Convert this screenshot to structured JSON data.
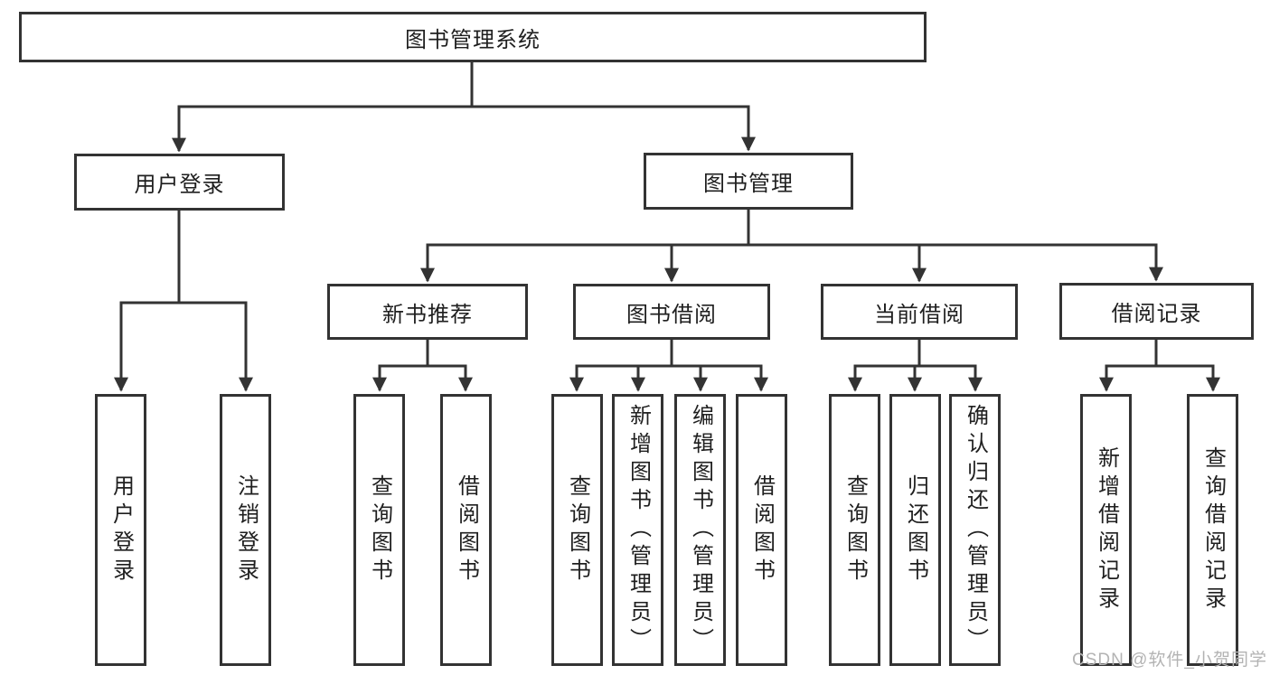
{
  "nodes": {
    "root": {
      "label": "图书管理系统"
    },
    "level2": [
      {
        "label": "用户登录"
      },
      {
        "label": "图书管理"
      }
    ],
    "level3": [
      {
        "label": "新书推荐"
      },
      {
        "label": "图书借阅"
      },
      {
        "label": "当前借阅"
      },
      {
        "label": "借阅记录"
      }
    ],
    "leaves": [
      {
        "label": "用户登录"
      },
      {
        "label": "注销登录"
      },
      {
        "label": "查询图书"
      },
      {
        "label": "借阅图书"
      },
      {
        "label": "查询图书"
      },
      {
        "label": "新增图书（管理员）"
      },
      {
        "label": "编辑图书（管理员）"
      },
      {
        "label": "借阅图书"
      },
      {
        "label": "查询图书"
      },
      {
        "label": "归还图书"
      },
      {
        "label": "确认归还（管理员）"
      },
      {
        "label": "新增借阅记录"
      },
      {
        "label": "查询借阅记录"
      }
    ]
  },
  "watermark": "CSDN @软件_小贺同学",
  "colors": {
    "line": "#333333",
    "text": "#1f1f1f",
    "background": "#ffffff",
    "watermark": "#b3b3b3"
  }
}
